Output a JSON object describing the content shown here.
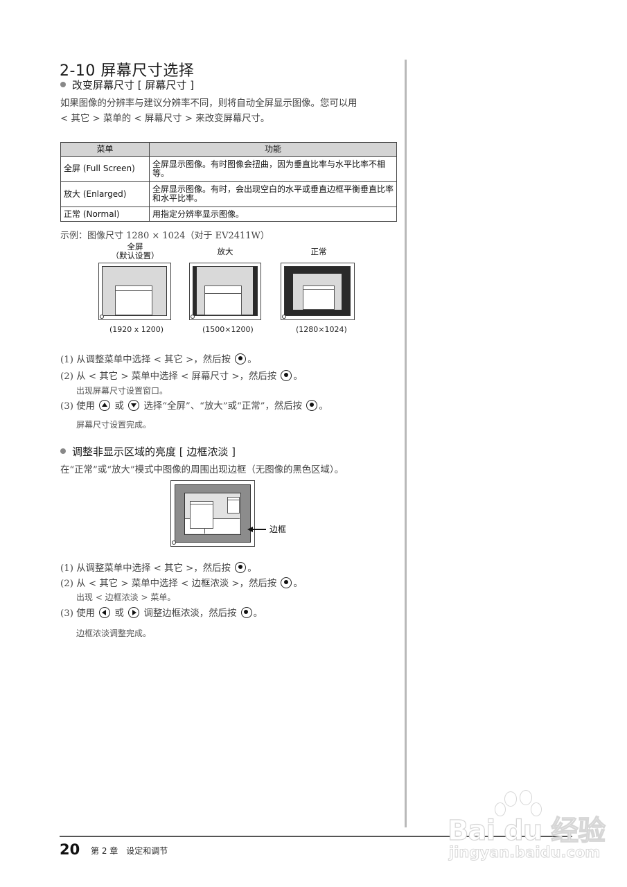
{
  "section": {
    "title": "2-10 屏幕尺寸选择"
  },
  "screen_size": {
    "heading": "改变屏幕尺寸 [ 屏幕尺寸 ]",
    "intro_line1": "如果图像的分辨率与建议分辨率不同，则将自动全屏显示图像。您可以用",
    "intro_line2": "< 其它 > 菜单的 < 屏幕尺寸 > 来改变屏幕尺寸。",
    "table": {
      "headers": [
        "菜单",
        "功能"
      ],
      "rows": [
        {
          "menu": "全屏 (Full Screen)",
          "function": "全屏显示图像。有时图像会扭曲，因为垂直比率与水平比率不相等。"
        },
        {
          "menu": "放大 (Enlarged)",
          "function": "全屏显示图像。有时，会出现空白的水平或垂直边框平衡垂直比率和水平比率。"
        },
        {
          "menu": "正常 (Normal)",
          "function": "用指定分辨率显示图像。"
        }
      ]
    },
    "example": "示例：图像尺寸 1280 × 1024（对于 EV2411W）",
    "illustrations": [
      {
        "label_line1": "全屏",
        "label_line2": "（默认设置）",
        "resolution": "(1920 x 1200)"
      },
      {
        "label_line1": "放大",
        "label_line2": "",
        "resolution": "(1500×1200)"
      },
      {
        "label_line1": "正常",
        "label_line2": "",
        "resolution": "(1280×1024)"
      }
    ],
    "steps": [
      {
        "num": "(1)",
        "text_before": "从调整菜单中选择 < 其它 >，然后按",
        "text_after": "。",
        "note": ""
      },
      {
        "num": "(2)",
        "text_before": "从 < 其它 > 菜单中选择 < 屏幕尺寸 >，然后按",
        "text_after": "。",
        "note": "出现屏幕尺寸设置窗口。"
      },
      {
        "num": "(3)",
        "text_use": "使用",
        "text_or": "或",
        "text_mid": "选择“全屏”、“放大”或“正常”，然后按",
        "text_after": "。",
        "note": "屏幕尺寸设置完成。"
      }
    ]
  },
  "border_intensity": {
    "heading": "调整非显示区域的亮度 [ 边框浓淡 ]",
    "intro": "在“正常”或“放大”模式中图像的周围出现边框（无图像的黑色区域）。",
    "callout_label": "边框",
    "steps": [
      {
        "num": "(1)",
        "text_before": "从调整菜单中选择 < 其它 >，然后按",
        "text_after": "。",
        "note": ""
      },
      {
        "num": "(2)",
        "text_before": "从 < 其它 > 菜单中选择 < 边框浓淡 >，然后按",
        "text_after": "。",
        "note": "出现 < 边框浓淡 > 菜单。"
      },
      {
        "num": "(3)",
        "text_use": "使用",
        "text_or": "或",
        "text_mid": "调整边框浓淡，然后按",
        "text_after": "。",
        "note": "边框浓淡调整完成。"
      }
    ]
  },
  "icons": {
    "enter": "enter-button-icon",
    "up": "up-button-icon",
    "down": "down-button-icon",
    "left": "left-button-icon",
    "right": "right-button-icon"
  },
  "footer": {
    "page_number": "20",
    "chapter_num": "第 2 章",
    "chapter_title": "设定和调节"
  },
  "watermark": {
    "brand": "Bai du 经验",
    "url": "jingyan.baidu.com"
  },
  "colors": {
    "table_header_bg": "#d4d4d4",
    "screen_gray": "#d9d9d9",
    "border_dark": "#2a2a2a",
    "border_mid": "#8c8c8c"
  }
}
